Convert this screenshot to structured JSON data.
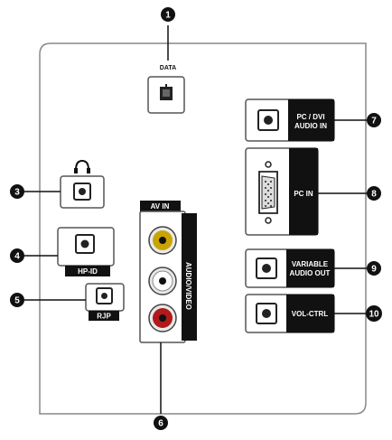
{
  "callouts": {
    "c1": "1",
    "c3": "3",
    "c4": "4",
    "c5": "5",
    "c6": "6",
    "c7": "7",
    "c8": "8",
    "c9": "9",
    "c10": "10"
  },
  "ports": {
    "data": "DATA",
    "pc_dvi_line1": "PC / DVI",
    "pc_dvi_line2": "AUDIO IN",
    "pc_in": "PC IN",
    "variable_line1": "VARIABLE",
    "variable_line2": "AUDIO OUT",
    "vol_ctrl": "VOL-CTRL",
    "hp_id": "HP-ID",
    "rjp": "RJP",
    "av_in": "AV IN",
    "audio_video_side": "AUDIO/VIDEO"
  },
  "icons": {
    "headphone": "headphone-icon",
    "ethernet": "ethernet-port-icon",
    "audio_jack": "audio-jack-icon",
    "vga": "vga-port-icon",
    "rca": "rca-jack-icon"
  },
  "colors": {
    "panel_border": "#888888",
    "label_bg": "#111111",
    "rca_video": "#c9a400",
    "rca_audio_l": "#ffffff",
    "rca_audio_r": "#b11a1a"
  }
}
